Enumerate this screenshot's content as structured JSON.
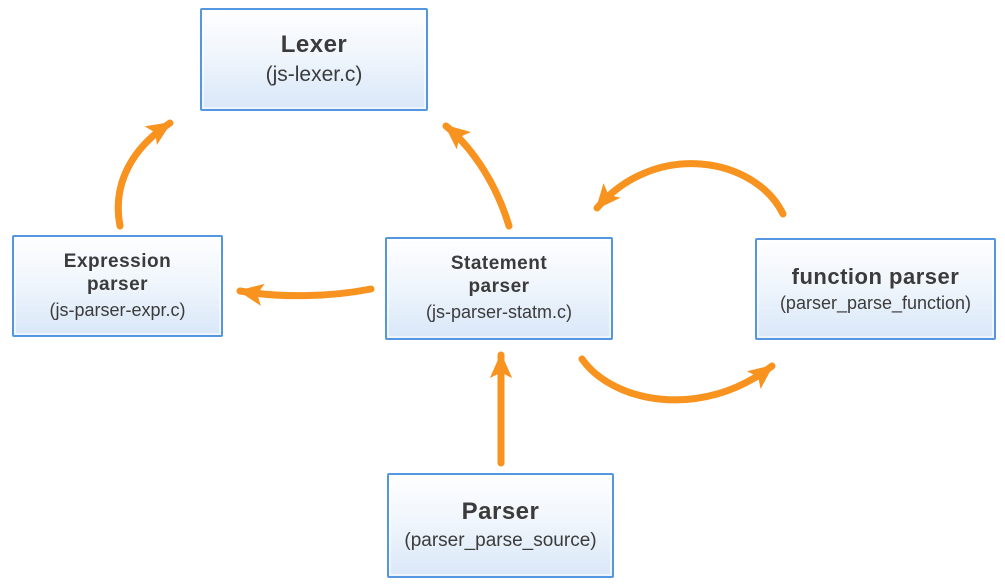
{
  "diagram": {
    "description_visible_text_only": "",
    "nodes": {
      "lexer": {
        "title": "Lexer",
        "subtitle": "(js-lexer.c)"
      },
      "expression_parser": {
        "title": "Expression\nparser",
        "subtitle": "(js-parser-expr.c)"
      },
      "statement_parser": {
        "title": "Statement\nparser",
        "subtitle": "(js-parser-statm.c)"
      },
      "function_parser": {
        "title": "function parser",
        "subtitle": "(parser_parse_function)"
      },
      "parser": {
        "title": "Parser",
        "subtitle": "(parser_parse_source)"
      }
    },
    "edges": [
      {
        "name": "expression-parser-to-lexer",
        "from": "expression_parser",
        "to": "lexer",
        "style": "curved"
      },
      {
        "name": "statement-parser-to-lexer",
        "from": "statement_parser",
        "to": "lexer",
        "style": "curved"
      },
      {
        "name": "statement-parser-to-expression-parser",
        "from": "statement_parser",
        "to": "expression_parser",
        "style": "curved"
      },
      {
        "name": "function-parser-to-statement-parser",
        "from": "function_parser",
        "to": "statement_parser",
        "style": "arc-over"
      },
      {
        "name": "statement-parser-to-function-parser",
        "from": "statement_parser",
        "to": "function_parser",
        "style": "arc-under"
      },
      {
        "name": "parser-to-statement-parser",
        "from": "parser",
        "to": "statement_parser",
        "style": "straight-up"
      }
    ],
    "colors": {
      "arrow": "#F7931E",
      "box_border": "#5596E0",
      "box_fill_top": "#FEFEFF",
      "box_fill_bottom": "#D9E7F8",
      "text": "#3B3B3B",
      "background": "#FFFFFF"
    }
  }
}
